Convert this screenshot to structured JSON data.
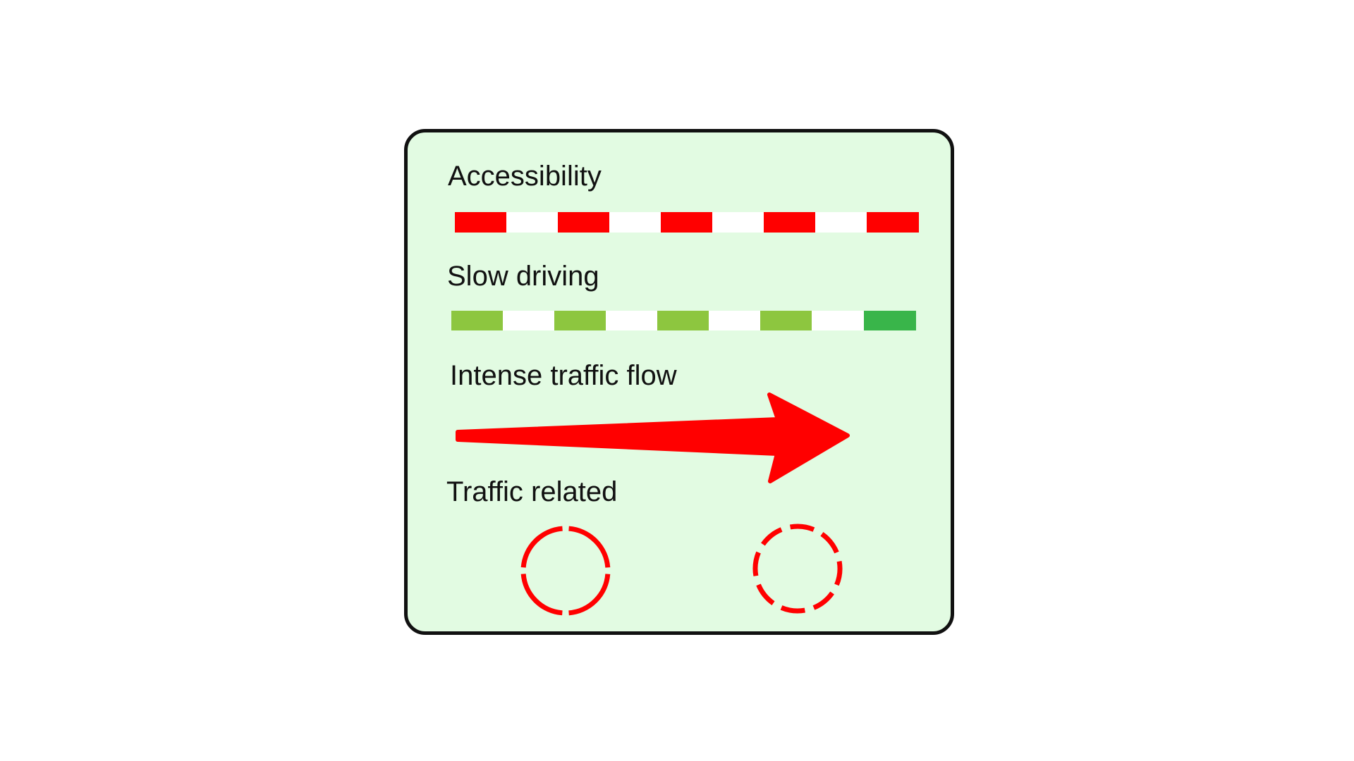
{
  "legend": {
    "items": [
      {
        "label": "Accessibility",
        "symbol": "dashed-line",
        "colors": [
          "#ff0000",
          "#ff0000",
          "#ff0000",
          "#ff0000",
          "#ff0000"
        ]
      },
      {
        "label": "Slow driving",
        "symbol": "dashed-line",
        "colors": [
          "#8dc63f",
          "#8dc63f",
          "#8dc63f",
          "#8dc63f",
          "#39b54a"
        ]
      },
      {
        "label": "Intense traffic flow",
        "symbol": "arrow-right",
        "color": "#ff0000"
      },
      {
        "label": "Traffic related",
        "symbol": "dashed-circles",
        "color": "#ff0000"
      }
    ]
  },
  "colors": {
    "panel_background": "#e2fbe2",
    "panel_border": "#111111",
    "dash_gap": "#ffffff"
  }
}
